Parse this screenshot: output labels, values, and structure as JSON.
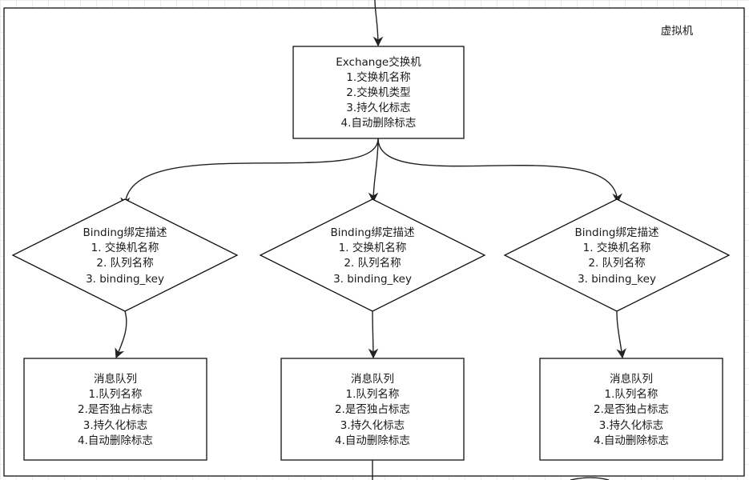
{
  "container": {
    "label": "虚拟机"
  },
  "exchange": {
    "lines": [
      "Exchange交换机",
      "1.交换机名称",
      "2.交换机类型",
      "3.持久化标志",
      "4.自动删除标志"
    ]
  },
  "bindings": [
    {
      "lines": [
        "Binding绑定描述",
        "1.  交换机名称",
        "2.  队列名称",
        "3.  binding_key"
      ]
    },
    {
      "lines": [
        "Binding绑定描述",
        "1.  交换机名称",
        "2.  队列名称",
        "3.  binding_key"
      ]
    },
    {
      "lines": [
        "Binding绑定描述",
        "1.  交换机名称",
        "2.  队列名称",
        "3.  binding_key"
      ]
    }
  ],
  "queues": [
    {
      "lines": [
        "消息队列",
        "1.队列名称",
        "2.是否独占标志",
        "3.持久化标志",
        "4.自动删除标志"
      ]
    },
    {
      "lines": [
        "消息队列",
        "1.队列名称",
        "2.是否独占标志",
        "3.持久化标志",
        "4.自动删除标志"
      ]
    },
    {
      "lines": [
        "消息队列",
        "1.队列名称",
        "2.是否独占标志",
        "3.持久化标志",
        "4.自动删除标志"
      ]
    }
  ]
}
